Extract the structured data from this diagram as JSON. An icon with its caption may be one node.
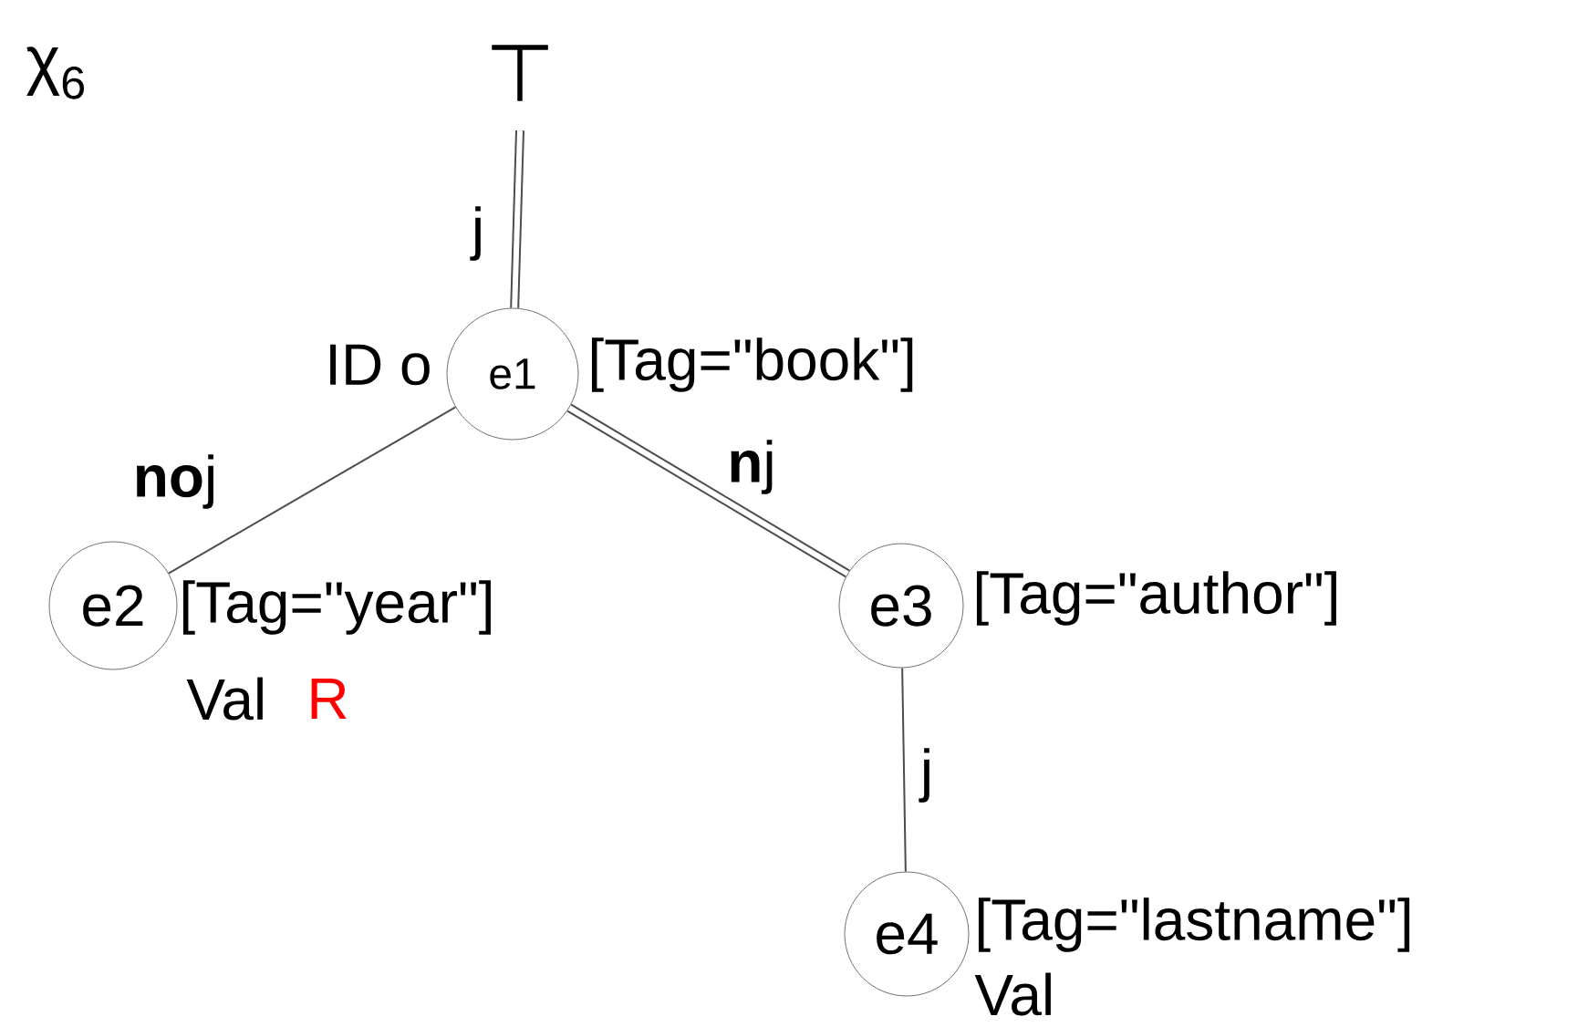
{
  "diagram": {
    "nodes": [
      {
        "text": [
          "⊤"
        ]
      },
      {
        "text": [
          "e1"
        ],
        "beside": [
          "ID o",
          "[Tag=\"book\"]"
        ]
      },
      {
        "text": [
          "e2"
        ],
        "beside": [
          "[Tag=\"year\"]",
          "Val",
          "R"
        ]
      },
      {
        "text": [
          "e3"
        ],
        "beside": [
          "[Tag=\"author\"]"
        ]
      },
      {
        "text": [
          "e4"
        ],
        "beside": [
          "[Tag=\"lastname\"]",
          "Val"
        ]
      }
    ],
    "edges": [
      {
        "from": 0,
        "to": 1,
        "arrow": "none",
        "label": "j",
        "style": "thick"
      },
      {
        "from": 1,
        "to": 2,
        "arrow": "none",
        "label": "**no**j"
      },
      {
        "from": 1,
        "to": 3,
        "arrow": "none",
        "label": "**n**j",
        "style": "thick"
      },
      {
        "from": 3,
        "to": 4,
        "arrow": "none",
        "label": "j"
      }
    ],
    "labels": [
      "χ$_{6}$"
    ]
  }
}
